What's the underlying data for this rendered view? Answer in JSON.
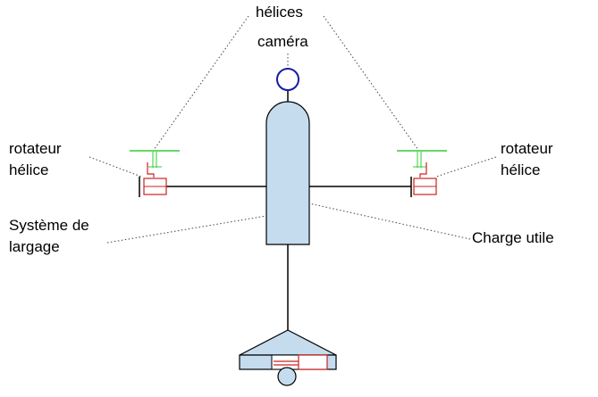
{
  "labels": {
    "helices": "hélices",
    "camera": "caméra",
    "rotor_left_line1": "rotateur",
    "rotor_left_line2": "hélice",
    "rotor_right_line1": "rotateur",
    "rotor_right_line2": "hélice",
    "release_line1": "Système de",
    "release_line2": "largage",
    "payload": "Charge utile"
  },
  "colors": {
    "body_fill": "#c5dcef",
    "outline": "#000000",
    "camera_stroke": "#1a1aa8",
    "propeller": "#33cc33",
    "rotor": "#cc2222",
    "leader": "#444444"
  }
}
